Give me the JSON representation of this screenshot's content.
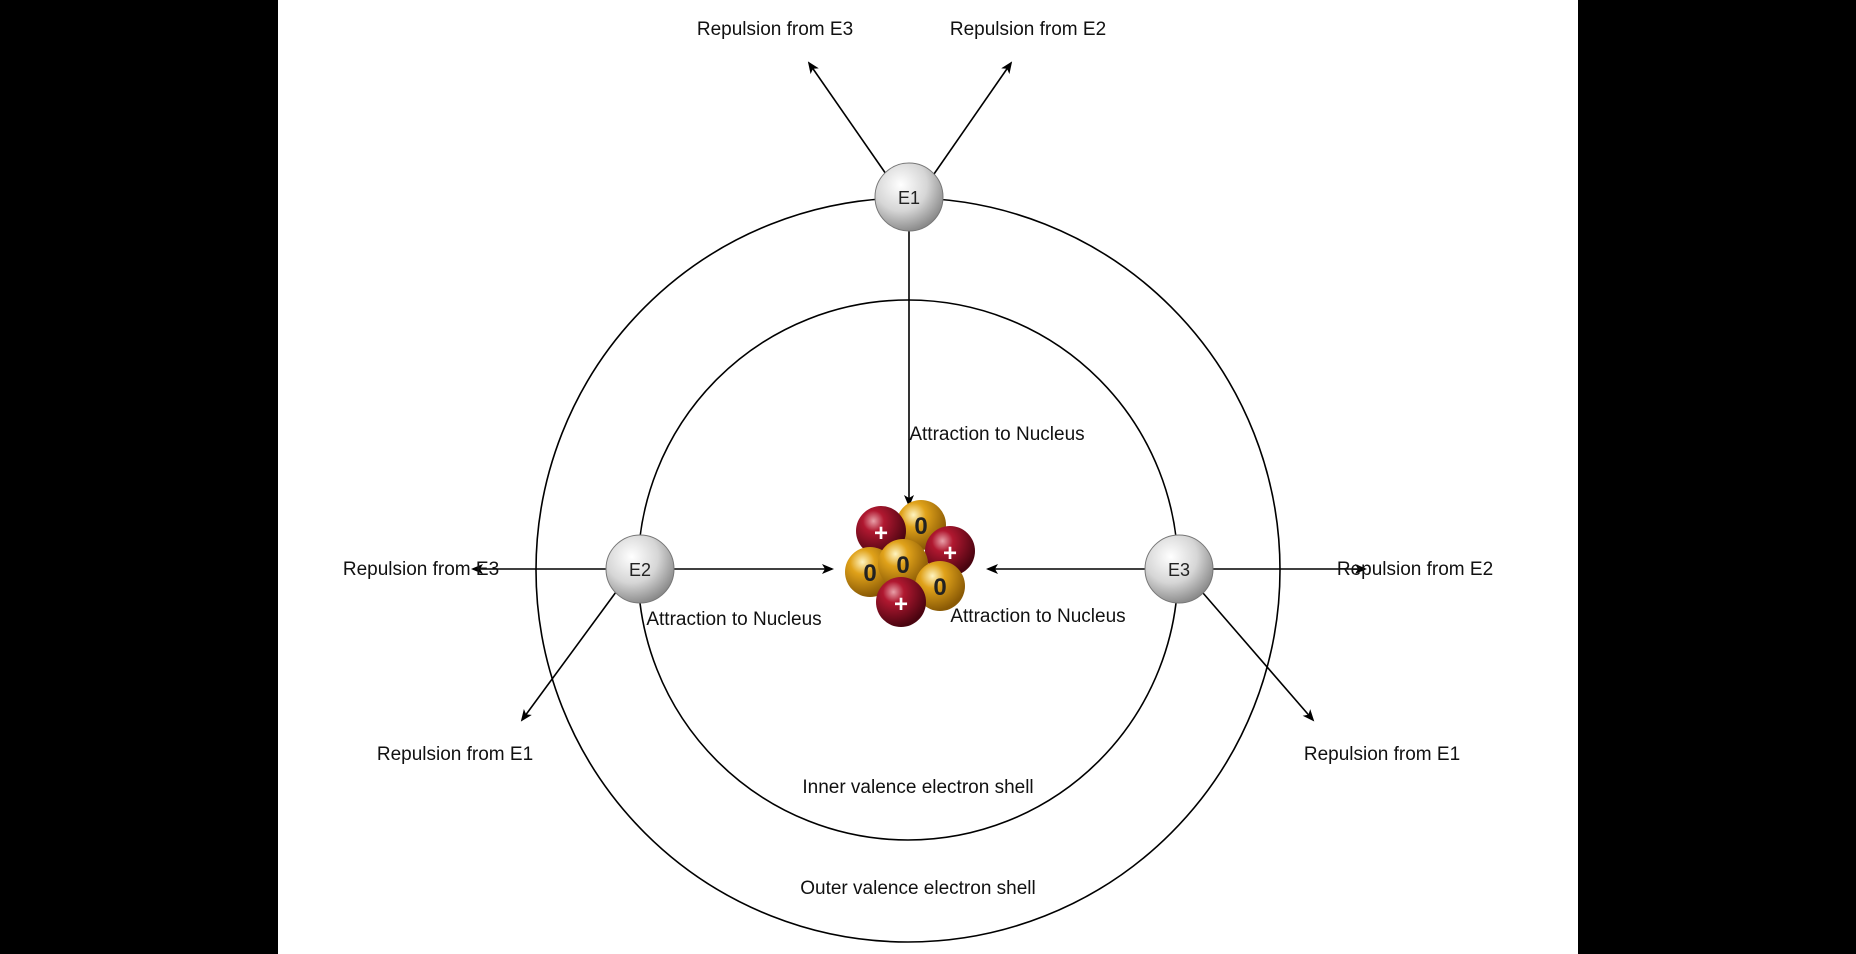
{
  "diagram": {
    "shells": {
      "inner_label": "Inner valence electron shell",
      "outer_label": "Outer valence electron shell"
    },
    "electrons": {
      "e1": "E1",
      "e2": "E2",
      "e3": "E3"
    },
    "arrows": {
      "e1_top_left": "Repulsion from E3",
      "e1_top_right": "Repulsion from E2",
      "e1_down": "Attraction to Nucleus",
      "e2_left": "Repulsion from E3",
      "e2_down_left": "Repulsion from E1",
      "e2_right": "Attraction to Nucleus",
      "e3_right": "Repulsion from E2",
      "e3_down_right": "Repulsion from E1",
      "e3_left": "Attraction to Nucleus"
    },
    "nucleus": {
      "proton_symbol": "+",
      "neutron_symbol": "0"
    }
  }
}
